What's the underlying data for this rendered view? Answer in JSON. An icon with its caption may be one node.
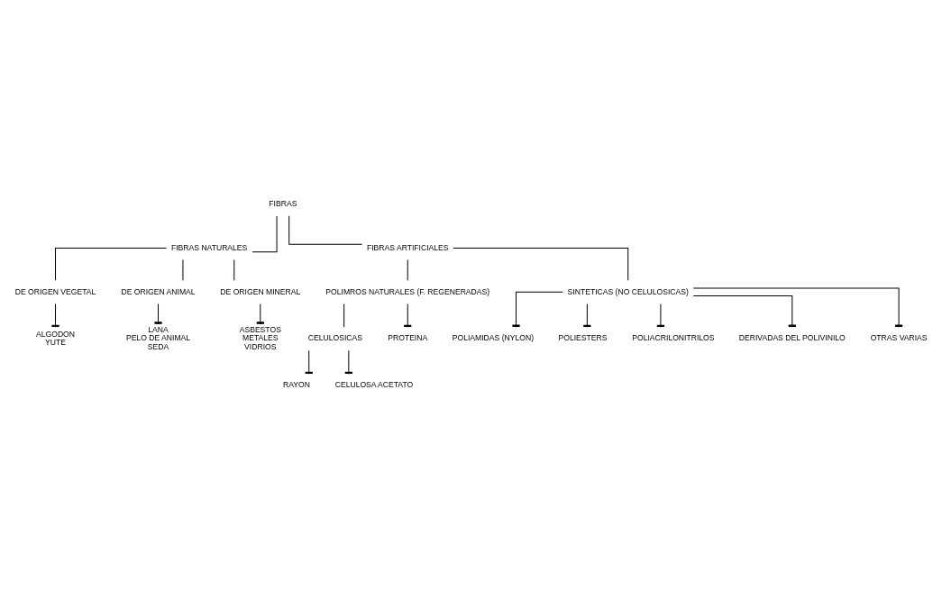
{
  "diagram": {
    "nodes": [
      {
        "text": [
          "FIBRAS"
        ]
      },
      {
        "text": [
          "FIBRAS NATURALES"
        ]
      },
      {
        "text": [
          "FIBRAS ARTIFICIALES"
        ]
      },
      {
        "text": [
          "DE ORIGEN VEGETAL"
        ]
      },
      {
        "text": [
          "DE ORIGEN ANIMAL"
        ]
      },
      {
        "text": [
          "DE ORIGEN MINERAL"
        ]
      },
      {
        "text": [
          "POLIMROS NATURALES (F. REGENERADAS)"
        ]
      },
      {
        "text": [
          "CELULOSICAS"
        ]
      },
      {
        "text": [
          "ALGODON",
          "YUTE"
        ]
      },
      {
        "text": [
          "LANA",
          "PELO DE ANIMAL",
          "SEDA"
        ]
      },
      {
        "text": [
          "ASBESTOS",
          "METALES",
          "VIDRIOS"
        ]
      },
      {
        "text": [
          "RAYON"
        ]
      },
      {
        "text": [
          "CELULOSA ACETATO"
        ]
      },
      {
        "text": [
          "PROTEINA"
        ]
      },
      {
        "text": [
          "SINTETICAS (NO CELULOSICAS)"
        ]
      },
      {
        "text": [
          "POLIAMIDAS (NYLON)"
        ]
      },
      {
        "text": [
          "POLIESTERS"
        ]
      },
      {
        "text": [
          "POLIACRILONITRILOS"
        ]
      },
      {
        "text": [
          "DERIVADAS DEL POLIVINILO"
        ]
      },
      {
        "text": [
          "OTRAS VARIAS"
        ]
      }
    ],
    "edges": [
      {
        "from": 0,
        "to": 1,
        "arrow": "none"
      },
      {
        "from": 0,
        "to": 2,
        "arrow": "none"
      },
      {
        "from": 1,
        "to": 3,
        "arrow": "none"
      },
      {
        "from": 1,
        "to": 4,
        "arrow": "none"
      },
      {
        "from": 1,
        "to": 5,
        "arrow": "none"
      },
      {
        "from": 2,
        "to": 14,
        "arrow": "none"
      },
      {
        "from": 2,
        "to": 6,
        "arrow": "none"
      },
      {
        "from": 3,
        "to": 8,
        "arrow": "other"
      },
      {
        "from": 4,
        "to": 9,
        "arrow": "other"
      },
      {
        "from": 5,
        "to": 10,
        "arrow": "other"
      },
      {
        "from": 6,
        "to": 7,
        "arrow": "none"
      },
      {
        "from": 6,
        "to": 13,
        "arrow": "other"
      },
      {
        "from": 7,
        "to": 11,
        "arrow": "other"
      },
      {
        "from": 7,
        "to": 12,
        "arrow": "other"
      },
      {
        "from": 14,
        "to": 15,
        "arrow": "other"
      },
      {
        "from": 14,
        "to": 16,
        "arrow": "other"
      },
      {
        "from": 14,
        "to": 17,
        "arrow": "other"
      },
      {
        "from": 14,
        "to": 18,
        "arrow": "other"
      },
      {
        "from": 14,
        "to": 19,
        "arrow": "other"
      }
    ]
  }
}
